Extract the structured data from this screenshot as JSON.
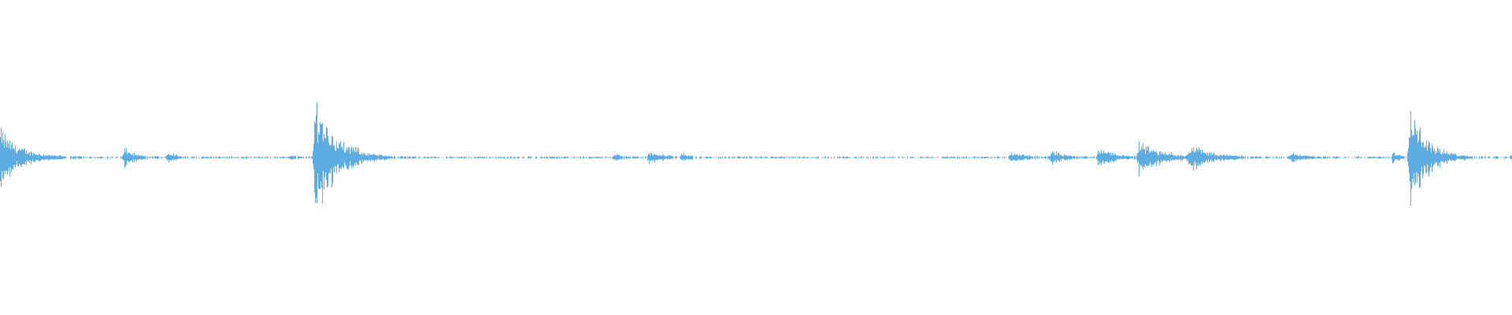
{
  "waveform": {
    "color": "#5dade2",
    "background": "#ffffff",
    "duration_fraction_note": "",
    "bursts": [
      {
        "t": 0.0,
        "amp": 0.22,
        "decay": 0.012
      },
      {
        "t": 0.082,
        "amp": 0.07,
        "decay": 0.006
      },
      {
        "t": 0.111,
        "amp": 0.06,
        "decay": 0.004
      },
      {
        "t": 0.192,
        "amp": 0.02,
        "decay": 0.003
      },
      {
        "t": 0.208,
        "amp": 0.5,
        "decay": 0.012
      },
      {
        "t": 0.233,
        "amp": 0.03,
        "decay": 0.005
      },
      {
        "t": 0.406,
        "amp": 0.03,
        "decay": 0.004
      },
      {
        "t": 0.429,
        "amp": 0.05,
        "decay": 0.008
      },
      {
        "t": 0.451,
        "amp": 0.03,
        "decay": 0.004
      },
      {
        "t": 0.668,
        "amp": 0.03,
        "decay": 0.01
      },
      {
        "t": 0.695,
        "amp": 0.05,
        "decay": 0.008
      },
      {
        "t": 0.726,
        "amp": 0.07,
        "decay": 0.01
      },
      {
        "t": 0.753,
        "amp": 0.12,
        "decay": 0.014
      },
      {
        "t": 0.786,
        "amp": 0.1,
        "decay": 0.012
      },
      {
        "t": 0.853,
        "amp": 0.03,
        "decay": 0.01
      },
      {
        "t": 0.921,
        "amp": 0.05,
        "decay": 0.004
      },
      {
        "t": 0.932,
        "amp": 0.45,
        "decay": 0.01
      },
      {
        "t": 0.999,
        "amp": 0.03,
        "decay": 0.003
      }
    ],
    "noise_floor": 0.008
  }
}
